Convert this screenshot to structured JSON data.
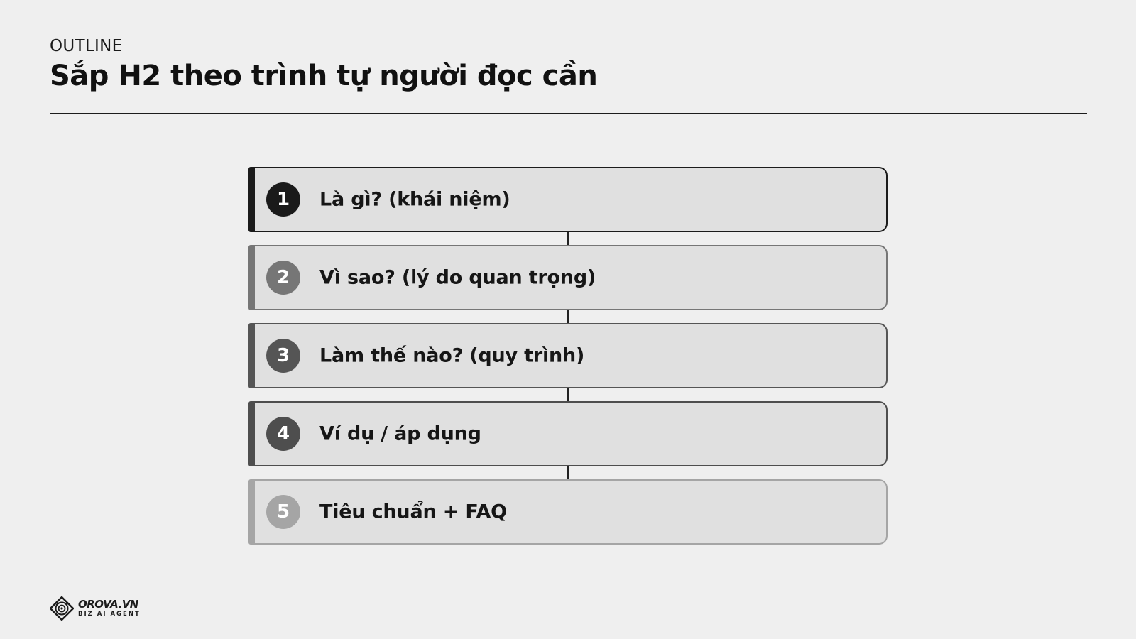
{
  "header": {
    "eyebrow": "OUTLINE",
    "title": "Sắp H2 theo trình tự người đọc cần"
  },
  "steps": [
    {
      "number": "1",
      "label": "Là gì? (khái niệm)",
      "color": "#1a1a1a"
    },
    {
      "number": "2",
      "label": "Vì sao? (lý do quan trọng)",
      "color": "#767676"
    },
    {
      "number": "3",
      "label": "Làm thế nào? (quy trình)",
      "color": "#555555"
    },
    {
      "number": "4",
      "label": "Ví dụ / áp dụng",
      "color": "#4e4e4e"
    },
    {
      "number": "5",
      "label": "Tiêu chuẩn + FAQ",
      "color": "#a5a5a5"
    }
  ],
  "brand": {
    "name": "OROVA.VN",
    "tagline": "BIZ AI AGENT",
    "icon": "orova-logo-icon"
  }
}
